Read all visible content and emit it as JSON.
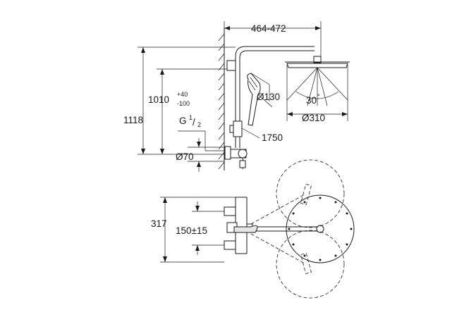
{
  "dimensions": {
    "width_range": "464-472",
    "height_adjustable": "1010",
    "tolerance_plus": "+40",
    "tolerance_minus": "-100",
    "total_height": "1118",
    "thread_prefix": "G",
    "thread_num": "1",
    "thread_den": "2",
    "rosette_diameter": "Ø70",
    "hand_shower_diameter": "Ø130",
    "hose_length": "1750",
    "swivel_angle": "30",
    "degree_mark": "°",
    "head_shower_diameter": "Ø310",
    "projection_depth": "317",
    "connection_spacing": "150±15"
  }
}
